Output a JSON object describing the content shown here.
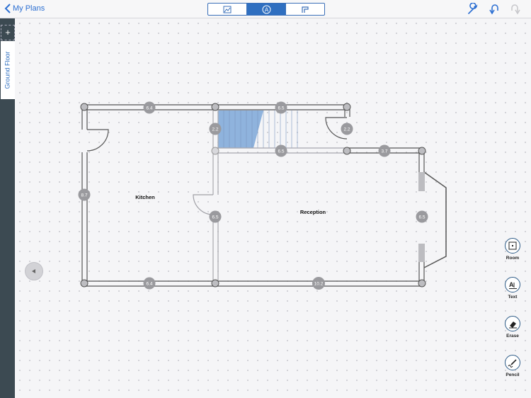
{
  "topbar": {
    "back_label": "My Plans",
    "segments": [
      {
        "icon": "photo-plan-icon",
        "active": false
      },
      {
        "icon": "annotate-a-icon",
        "active": true
      },
      {
        "icon": "floor-shape-icon",
        "active": false
      }
    ],
    "right_icons": [
      "wrench-icon",
      "undo-icon",
      "redo-icon"
    ]
  },
  "floors": {
    "add_label": "+",
    "current": "Ground Floor"
  },
  "rooms": [
    {
      "name": "Kitchen"
    },
    {
      "name": "Reception"
    }
  ],
  "dimensions": [
    "6.4",
    "6.5",
    "2.2",
    "2.2",
    "6.5",
    "3.7",
    "8.7",
    "6.5",
    "6.5",
    "6.4",
    "10.2"
  ],
  "tools": [
    {
      "label": "Room",
      "icon": "room-icon"
    },
    {
      "label": "Text",
      "icon": "text-icon"
    },
    {
      "label": "Erase",
      "icon": "eraser-icon"
    },
    {
      "label": "Pencil",
      "icon": "pencil-icon"
    }
  ],
  "colors": {
    "accent": "#2f6fc0",
    "sidebar": "#3c4a52",
    "wall": "#5a5a60",
    "stairs_fill": "#8fb3dd"
  }
}
